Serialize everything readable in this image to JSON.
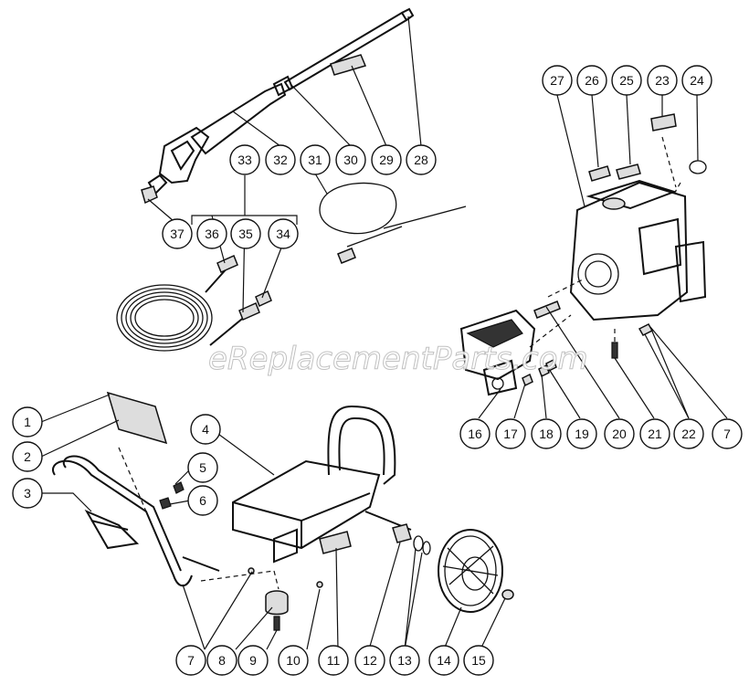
{
  "watermark": "eReplacementParts.com",
  "callouts": [
    {
      "num": "1"
    },
    {
      "num": "2"
    },
    {
      "num": "3"
    },
    {
      "num": "4"
    },
    {
      "num": "5"
    },
    {
      "num": "6"
    },
    {
      "num": "7"
    },
    {
      "num": "8"
    },
    {
      "num": "9"
    },
    {
      "num": "10"
    },
    {
      "num": "11"
    },
    {
      "num": "12"
    },
    {
      "num": "13"
    },
    {
      "num": "14"
    },
    {
      "num": "15"
    },
    {
      "num": "16"
    },
    {
      "num": "17"
    },
    {
      "num": "18"
    },
    {
      "num": "19"
    },
    {
      "num": "20"
    },
    {
      "num": "21"
    },
    {
      "num": "22"
    },
    {
      "num": "7"
    },
    {
      "num": "23"
    },
    {
      "num": "24"
    },
    {
      "num": "25"
    },
    {
      "num": "26"
    },
    {
      "num": "27"
    },
    {
      "num": "28"
    },
    {
      "num": "29"
    },
    {
      "num": "30"
    },
    {
      "num": "31"
    },
    {
      "num": "32"
    },
    {
      "num": "33"
    },
    {
      "num": "34"
    },
    {
      "num": "35"
    },
    {
      "num": "36"
    },
    {
      "num": "37"
    }
  ]
}
